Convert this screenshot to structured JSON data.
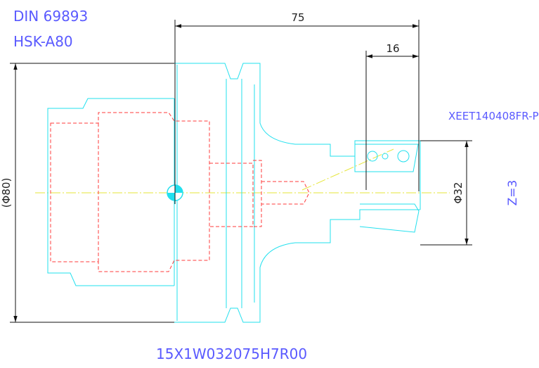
{
  "standard": "DIN 69893",
  "interface": "HSK-A80",
  "part_number": "15X1W032075H7R00",
  "insert_code": "XEET140408FR-P",
  "teeth": "Z=3",
  "dimensions": {
    "overall_length": "75",
    "cutter_length": "16",
    "cutter_diameter": "Φ32",
    "flange_diameter": "(Φ80)"
  },
  "colors": {
    "outline": "#22e0ee",
    "hidden_lines": "#ff3b3b",
    "centerline": "#e6e63a",
    "labels": "#5a5aff",
    "dimension_lines": "#111111"
  }
}
